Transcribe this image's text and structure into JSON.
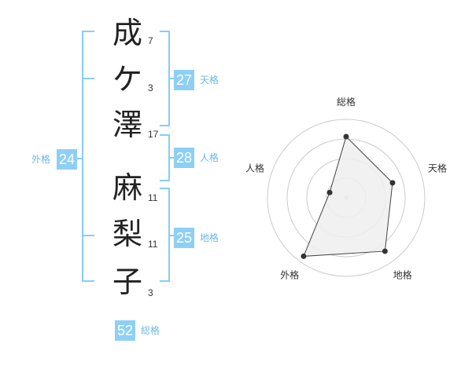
{
  "colors": {
    "accent": "#8ecff5",
    "label_text": "#6cb8e6",
    "bracket": "#86cdf5",
    "radar_ring": "#cccccc",
    "radar_fill": "#efefef",
    "radar_stroke": "#444444",
    "radar_point": "#333333"
  },
  "name": {
    "characters": [
      {
        "char": "成",
        "strokes": "7"
      },
      {
        "char": "ケ",
        "strokes": "3"
      },
      {
        "char": "澤",
        "strokes": "17"
      },
      {
        "char": "麻",
        "strokes": "11"
      },
      {
        "char": "梨",
        "strokes": "11"
      },
      {
        "char": "子",
        "strokes": "3"
      }
    ]
  },
  "fortunes": {
    "tenkaku": {
      "value": "27",
      "label": "天格"
    },
    "jinkaku": {
      "value": "28",
      "label": "人格"
    },
    "chikaku": {
      "value": "25",
      "label": "地格"
    },
    "gaikaku": {
      "value": "24",
      "label": "外格"
    },
    "soukaku": {
      "value": "52",
      "label": "総格"
    }
  },
  "chart_data": {
    "type": "radar",
    "axes": [
      "総格",
      "天格",
      "地格",
      "外格",
      "人格"
    ],
    "values": [
      0.78,
      0.62,
      0.84,
      0.92,
      0.22
    ],
    "max": 1,
    "rings": 4
  }
}
